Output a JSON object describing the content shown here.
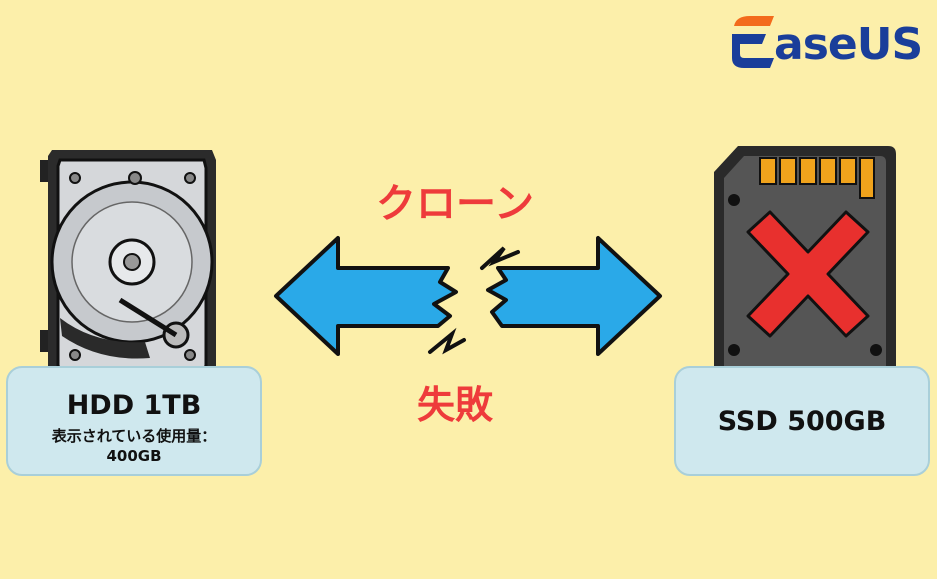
{
  "logo": {
    "text": "EaseUS",
    "text_rest": "aseUS",
    "icon": "easeus-e-logo-icon",
    "color": "#1a3e9a",
    "accent": "#f36b1c"
  },
  "hdd": {
    "title": "HDD 1TB",
    "usage_label": "表示されている使用量：",
    "usage_value": "400GB",
    "icon": "hard-disk-drive-icon"
  },
  "ssd": {
    "title": "SSD 500GB",
    "icon": "ssd-card-icon",
    "status_icon": "red-x-icon"
  },
  "center": {
    "clone_label": "クローン",
    "fail_label": "失敗",
    "arrow_icon": "broken-double-arrow-icon",
    "crack_icon": "lightning-crack-icon"
  },
  "colors": {
    "background": "#fcefaa",
    "arrow": "#2aa9e8",
    "error": "#ee3b3b",
    "box": "#cfe8ee"
  }
}
